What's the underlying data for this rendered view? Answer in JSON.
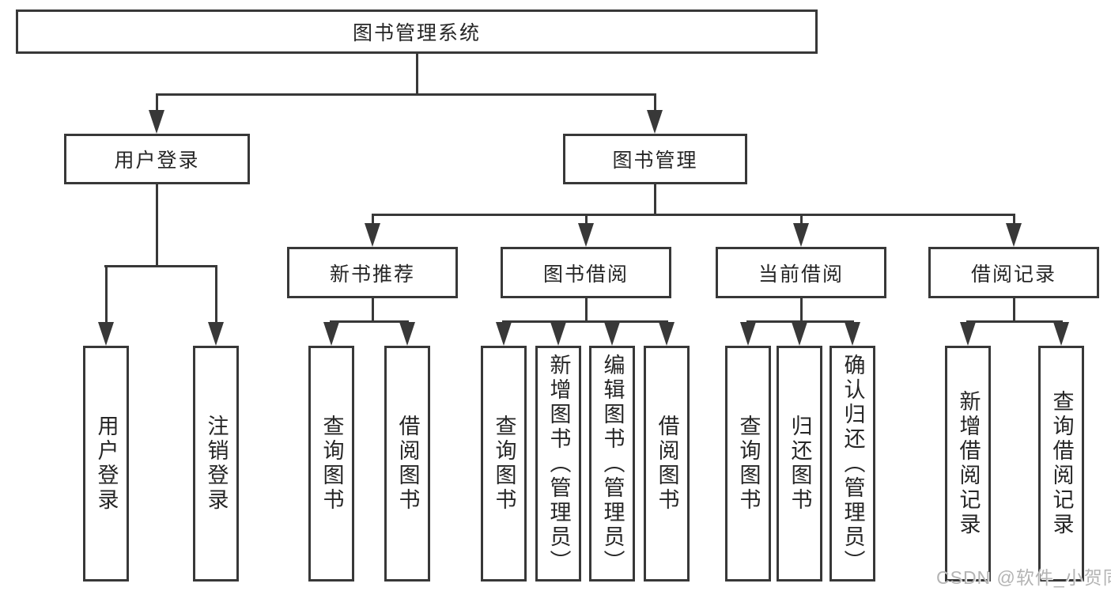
{
  "diagram": {
    "type": "tree",
    "root": {
      "label": "图书管理系统",
      "children": [
        {
          "label": "用户登录",
          "children": [
            {
              "label": "用户登录"
            },
            {
              "label": "注销登录"
            }
          ]
        },
        {
          "label": "图书管理",
          "children": [
            {
              "label": "新书推荐",
              "children": [
                {
                  "label": "查询图书"
                },
                {
                  "label": "借阅图书"
                }
              ]
            },
            {
              "label": "图书借阅",
              "children": [
                {
                  "label": "查询图书"
                },
                {
                  "label": "新增图书（管理员）"
                },
                {
                  "label": "编辑图书（管理员）"
                },
                {
                  "label": "借阅图书"
                }
              ]
            },
            {
              "label": "当前借阅",
              "children": [
                {
                  "label": "查询图书"
                },
                {
                  "label": "归还图书"
                },
                {
                  "label": "确认归还（管理员）"
                }
              ]
            },
            {
              "label": "借阅记录",
              "children": [
                {
                  "label": "新增借阅记录"
                },
                {
                  "label": "查询借阅记录"
                }
              ]
            }
          ]
        }
      ]
    },
    "colors": {
      "line": "#383838",
      "text": "#262626",
      "background": "#ffffff",
      "watermark": "#b4b4b4"
    }
  },
  "watermark": {
    "text": "CSDN @软件_小贺同学"
  }
}
